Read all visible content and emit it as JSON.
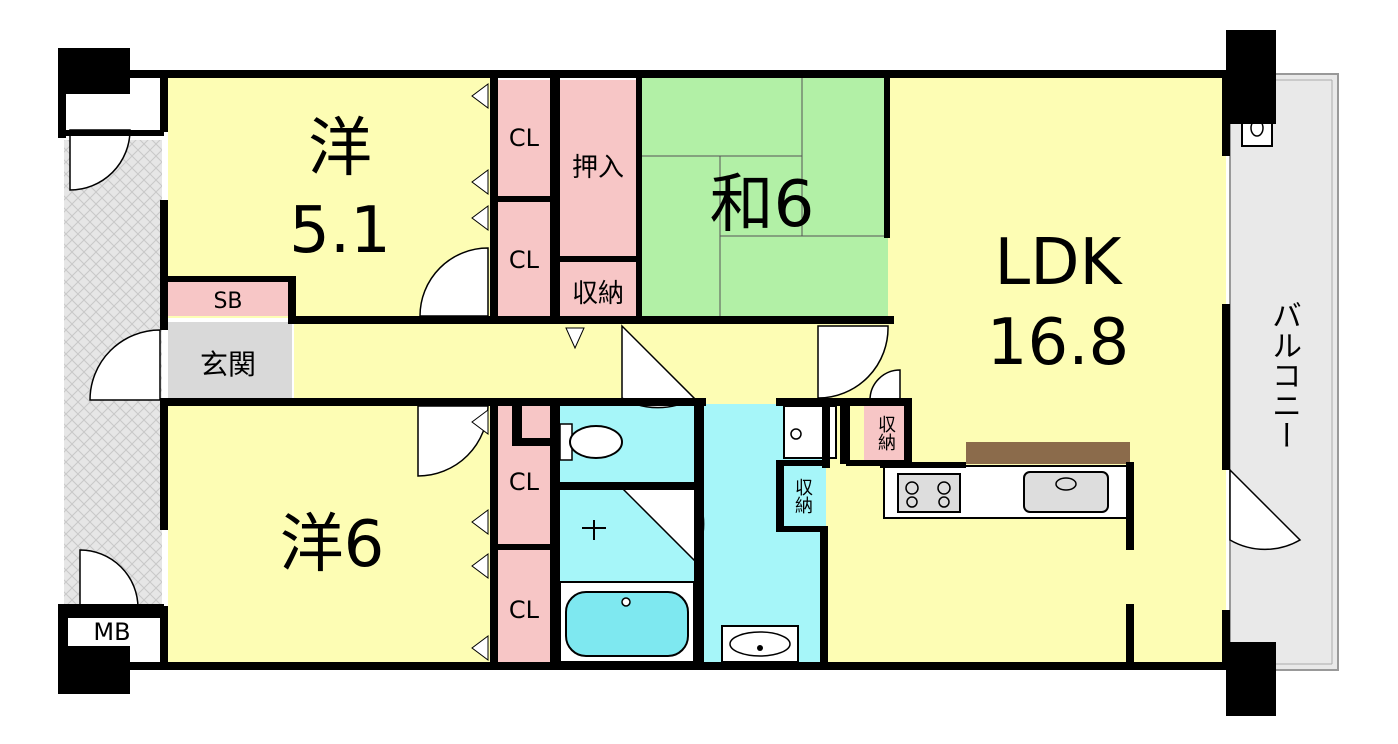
{
  "rooms": {
    "western_1": {
      "kind": "洋",
      "size": "5.1"
    },
    "western_2": {
      "label": "洋6"
    },
    "japanese": {
      "label": "和6"
    },
    "ldk": {
      "kind": "LDK",
      "size": "16.8"
    },
    "entrance": {
      "label": "玄関"
    },
    "shoe_box": {
      "label": "SB"
    },
    "closets": [
      "CL",
      "CL",
      "CL",
      "CL"
    ],
    "oshiire": {
      "label": "押入"
    },
    "storage_1": {
      "label": "収納"
    },
    "storage_2": {
      "label": "収納"
    },
    "storage_3": {
      "label": "収納"
    },
    "meter_box": {
      "label": "MB"
    },
    "balcony": {
      "label": "バルコニー"
    }
  },
  "colors": {
    "western": "#fdfdb4",
    "japanese": "#b2f0a6",
    "closet": "#f7c6c6",
    "wet": "#a6f6f9",
    "entrance": "#d9d9d9",
    "wall": "#000000",
    "counter": "#8b6b4b"
  }
}
